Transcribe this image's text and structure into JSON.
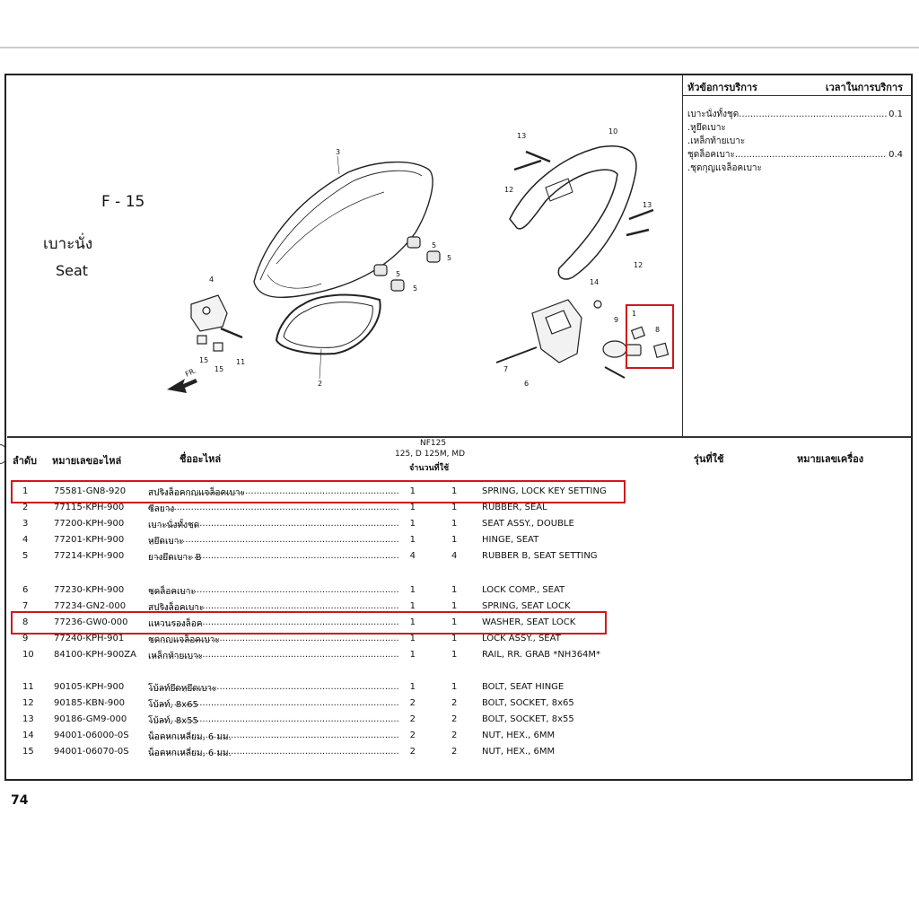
{
  "figure": {
    "code": "F - 15",
    "title_th": "เบาะนั่ง",
    "title_en": "Seat"
  },
  "service_panel": {
    "header_topic": "หัวข้อการบริการ",
    "header_time": "เวลาในการบริการ",
    "items": [
      {
        "label": "เบาะนั่งทั้งชุด",
        "value": "0.1"
      },
      {
        "label": ".หูยึดเบาะ",
        "value": ""
      },
      {
        "label": ".เหล็กท้ายเบาะ",
        "value": ""
      },
      {
        "label": "ชุดล็อคเบาะ",
        "value": "0.4"
      },
      {
        "label": ".ชุดกุญแจล็อคเบาะ",
        "value": ""
      }
    ]
  },
  "table_header": {
    "col_no": "ลำดับ",
    "col_pn": "หมายเลขอะไหล่",
    "col_name": "ชื่ออะไหล่",
    "model_line1": "NF125",
    "model_line2": "125, D   125M, MD",
    "qty_label": "จำนวนที่ใช้",
    "col_used": "รุ่นที่ใช้",
    "col_engine": "หมายเลขเครื่อง"
  },
  "parts": [
    {
      "no": "1",
      "pn": "75581-GN8-920",
      "name_th": "สปริงล็อคกุญแจล็อคเบาะ",
      "q1": "1",
      "q2": "1",
      "name_en": "SPRING, LOCK KEY SETTING"
    },
    {
      "no": "2",
      "pn": "77115-KPH-900",
      "name_th": "ซีลยาง",
      "q1": "1",
      "q2": "1",
      "name_en": "RUBBER, SEAL"
    },
    {
      "no": "3",
      "pn": "77200-KPH-900",
      "name_th": "เบาะนั่งทั้งชุด",
      "q1": "1",
      "q2": "1",
      "name_en": "SEAT ASSY., DOUBLE"
    },
    {
      "no": "4",
      "pn": "77201-KPH-900",
      "name_th": "หูยึดเบาะ",
      "q1": "1",
      "q2": "1",
      "name_en": "HINGE, SEAT"
    },
    {
      "no": "5",
      "pn": "77214-KPH-900",
      "name_th": "ยางยึดเบาะ B",
      "q1": "4",
      "q2": "4",
      "name_en": "RUBBER B, SEAT SETTING"
    },
    {
      "no": "6",
      "pn": "77230-KPH-900",
      "name_th": "ชุดล็อคเบาะ",
      "q1": "1",
      "q2": "1",
      "name_en": "LOCK COMP., SEAT"
    },
    {
      "no": "7",
      "pn": "77234-GN2-000",
      "name_th": "สปริงล็อคเบาะ",
      "q1": "1",
      "q2": "1",
      "name_en": "SPRING, SEAT LOCK"
    },
    {
      "no": "8",
      "pn": "77236-GW0-000",
      "name_th": "แหวนรองล็อค",
      "q1": "1",
      "q2": "1",
      "name_en": "WASHER, SEAT LOCK"
    },
    {
      "no": "9",
      "pn": "77240-KPH-901",
      "name_th": "ชุดกุญแจล็อคเบาะ",
      "q1": "1",
      "q2": "1",
      "name_en": "LOCK ASSY., SEAT"
    },
    {
      "no": "10",
      "pn": "84100-KPH-900ZA",
      "name_th": "เหล็กท้ายเบาะ",
      "q1": "1",
      "q2": "1",
      "name_en": "RAIL, RR. GRAB *NH364M*"
    },
    {
      "no": "11",
      "pn": "90105-KPH-900",
      "name_th": "โบ้ลท์ยึดหูยึดเบาะ",
      "q1": "1",
      "q2": "1",
      "name_en": "BOLT, SEAT HINGE"
    },
    {
      "no": "12",
      "pn": "90185-KBN-900",
      "name_th": "โบ้ลท์, 8x65",
      "q1": "2",
      "q2": "2",
      "name_en": "BOLT, SOCKET, 8x65"
    },
    {
      "no": "13",
      "pn": "90186-GM9-000",
      "name_th": "โบ้ลท์, 8x55",
      "q1": "2",
      "q2": "2",
      "name_en": "BOLT, SOCKET, 8x55"
    },
    {
      "no": "14",
      "pn": "94001-06000-0S",
      "name_th": "น็อตหกเหลี่ยม, 6 มม.",
      "q1": "2",
      "q2": "2",
      "name_en": "NUT, HEX., 6MM"
    },
    {
      "no": "15",
      "pn": "94001-06070-0S",
      "name_th": "น็อตหกเหลี่ยม, 6 มม.",
      "q1": "2",
      "q2": "2",
      "name_en": "NUT, HEX., 6MM"
    }
  ],
  "diagram": {
    "callouts": [
      "1",
      "2",
      "3",
      "4",
      "5",
      "5",
      "5",
      "5",
      "6",
      "7",
      "8",
      "9",
      "10",
      "11",
      "12",
      "12",
      "13",
      "13",
      "14",
      "15",
      "15"
    ],
    "fr_label": "FR."
  },
  "page_number": "74"
}
